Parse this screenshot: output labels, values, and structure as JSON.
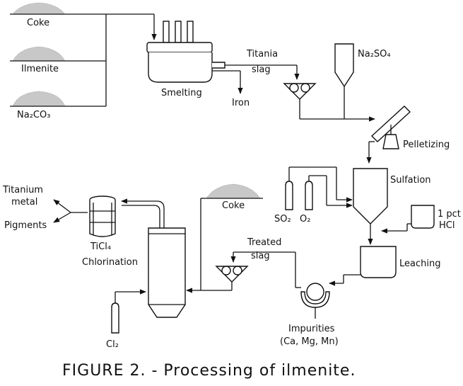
{
  "diagram": {
    "caption": "FIGURE 2. - Processing of ilmenite.",
    "materials": {
      "coke_top": "Coke",
      "ilmenite": "Ilmenite",
      "na2co3": "Na₂CO₃",
      "na2so4": "Na₂SO₄",
      "so2": "SO₂",
      "o2": "O₂",
      "coke_mid": "Coke",
      "hcl_line1": "1 pct",
      "hcl_line2": "HCl",
      "cl2": "Cl₂"
    },
    "processes": {
      "smelting": "Smelting",
      "pelletizing": "Pelletizing",
      "sulfation": "Sulfation",
      "leaching": "Leaching",
      "chlorination": "Chlorination"
    },
    "products": {
      "titania_line1": "Titania",
      "titania_line2": "slag",
      "iron": "Iron",
      "treated_line1": "Treated",
      "treated_line2": "slag",
      "ticl4": "TiCl₄",
      "titanium_line1": "Titanium",
      "titanium_line2": "metal",
      "pigments": "Pigments",
      "impurities_line1": "Impurities",
      "impurities_line2": "(Ca, Mg, Mn)"
    }
  }
}
